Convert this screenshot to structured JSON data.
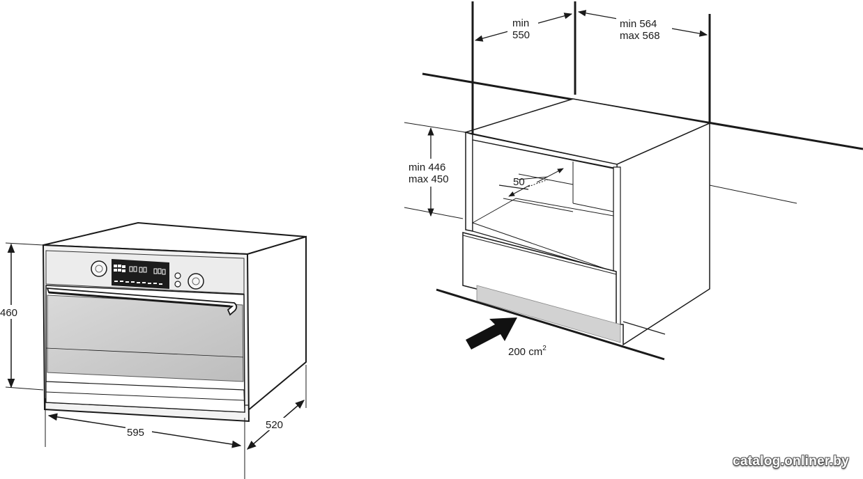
{
  "oven": {
    "height_label": "460",
    "width_label": "595",
    "depth_label": "520"
  },
  "niche": {
    "width_label_line1": "min",
    "width_label_line2": "550",
    "depth_label_line1": "min 564",
    "depth_label_line2": "max 568",
    "height_label_line1": "min 446",
    "height_label_line2": "max 450",
    "gap_label": "50",
    "vent_area_label": "200 cm",
    "vent_area_unit_exp": "2"
  },
  "watermark": "catalog.onliner.by"
}
